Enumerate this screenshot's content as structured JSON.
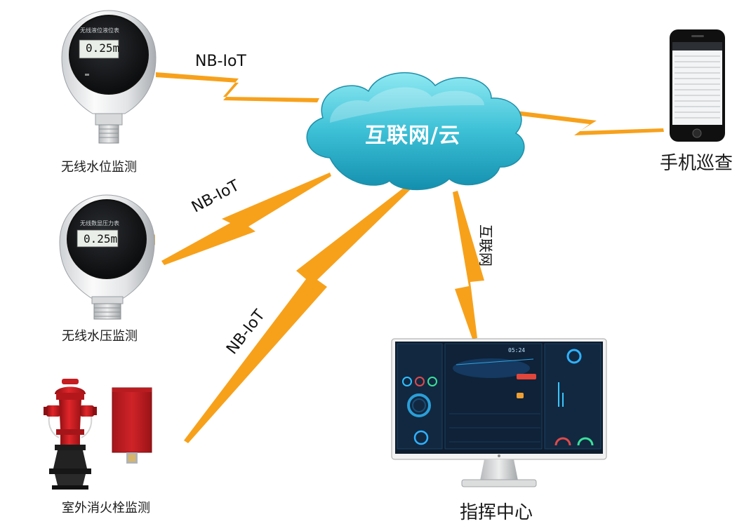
{
  "cloud": {
    "label": "互联网/云"
  },
  "devices": {
    "water_level": {
      "label": "无线水位监测",
      "screen_title": "无线液位液位表",
      "reading": "0.25m"
    },
    "water_pressure": {
      "label": "无线水压监测",
      "screen_title": "无线数显压力表",
      "reading": "0.25m"
    },
    "hydrant": {
      "label": "室外消火栓监测"
    }
  },
  "mobile": {
    "label": "手机巡查"
  },
  "command_center": {
    "label": "指挥中心",
    "screen_readout": "05:24"
  },
  "links": {
    "nb1": "NB-IoT",
    "nb2": "NB-IoT",
    "nb3": "NB-IoT",
    "internet": "互联网"
  },
  "colors": {
    "bolt": "#F7A11B",
    "cloud_top": "#7FE3EE",
    "cloud_bottom": "#1895B2",
    "dashboard_bg": "#0E1C2E"
  }
}
